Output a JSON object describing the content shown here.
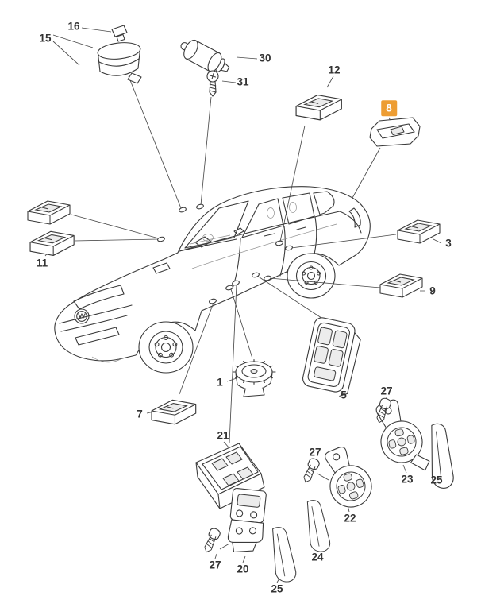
{
  "diagram": {
    "highlighted_callout": "8",
    "highlight_color": "#ED9D33",
    "line_color": "#3a3a3a"
  },
  "callouts": {
    "c1": "1",
    "c3": "3",
    "c5": "5",
    "c7": "7",
    "c8": "8",
    "c9": "9",
    "c11": "11",
    "c12": "12",
    "c15": "15",
    "c16": "16",
    "c20": "20",
    "c21": "21",
    "c22": "22",
    "c23": "23",
    "c24": "24",
    "c25a": "25",
    "c25b": "25",
    "c27a": "27",
    "c27b": "27",
    "c27c": "27",
    "c30": "30",
    "c31": "31"
  }
}
